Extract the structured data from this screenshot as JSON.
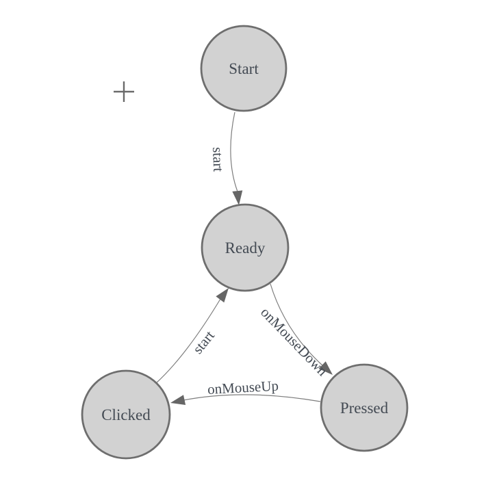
{
  "diagram": {
    "type": "finite-state-machine",
    "background_color": "#ffffff"
  },
  "colors": {
    "node_fill": "#d2d2d2",
    "node_stroke": "#6e6e6e",
    "node_label_text": "#434a53",
    "edge_line": "#7d7d7d",
    "edge_arrowhead": "#666666",
    "edge_label_text": "#434a53",
    "crosshair": "#6a6a6a"
  },
  "nodes": [
    {
      "id": "start",
      "label": "Start"
    },
    {
      "id": "ready",
      "label": "Ready"
    },
    {
      "id": "clicked",
      "label": "Clicked"
    },
    {
      "id": "pressed",
      "label": "Pressed"
    }
  ],
  "edges": [
    {
      "from": "start",
      "to": "ready",
      "label": "start"
    },
    {
      "from": "ready",
      "to": "pressed",
      "label": "onMouseDown"
    },
    {
      "from": "clicked",
      "to": "ready",
      "label": "start"
    },
    {
      "from": "pressed",
      "to": "clicked",
      "label": "onMouseUp"
    }
  ],
  "icons": [
    {
      "name": "origin-crosshair-icon",
      "glyph": "+"
    }
  ]
}
